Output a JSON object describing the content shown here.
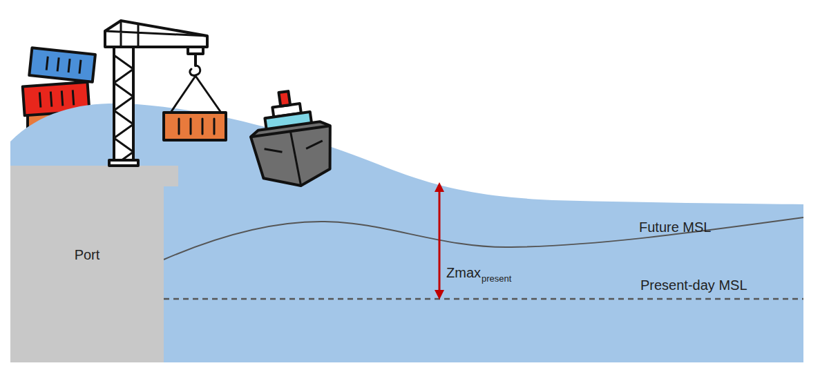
{
  "diagram": {
    "nodes": [
      {
        "text": [
          "Port"
        ]
      }
    ],
    "labels": [
      "Future MSL",
      "Zmax",
      "present",
      "Present-day MSL"
    ]
  }
}
